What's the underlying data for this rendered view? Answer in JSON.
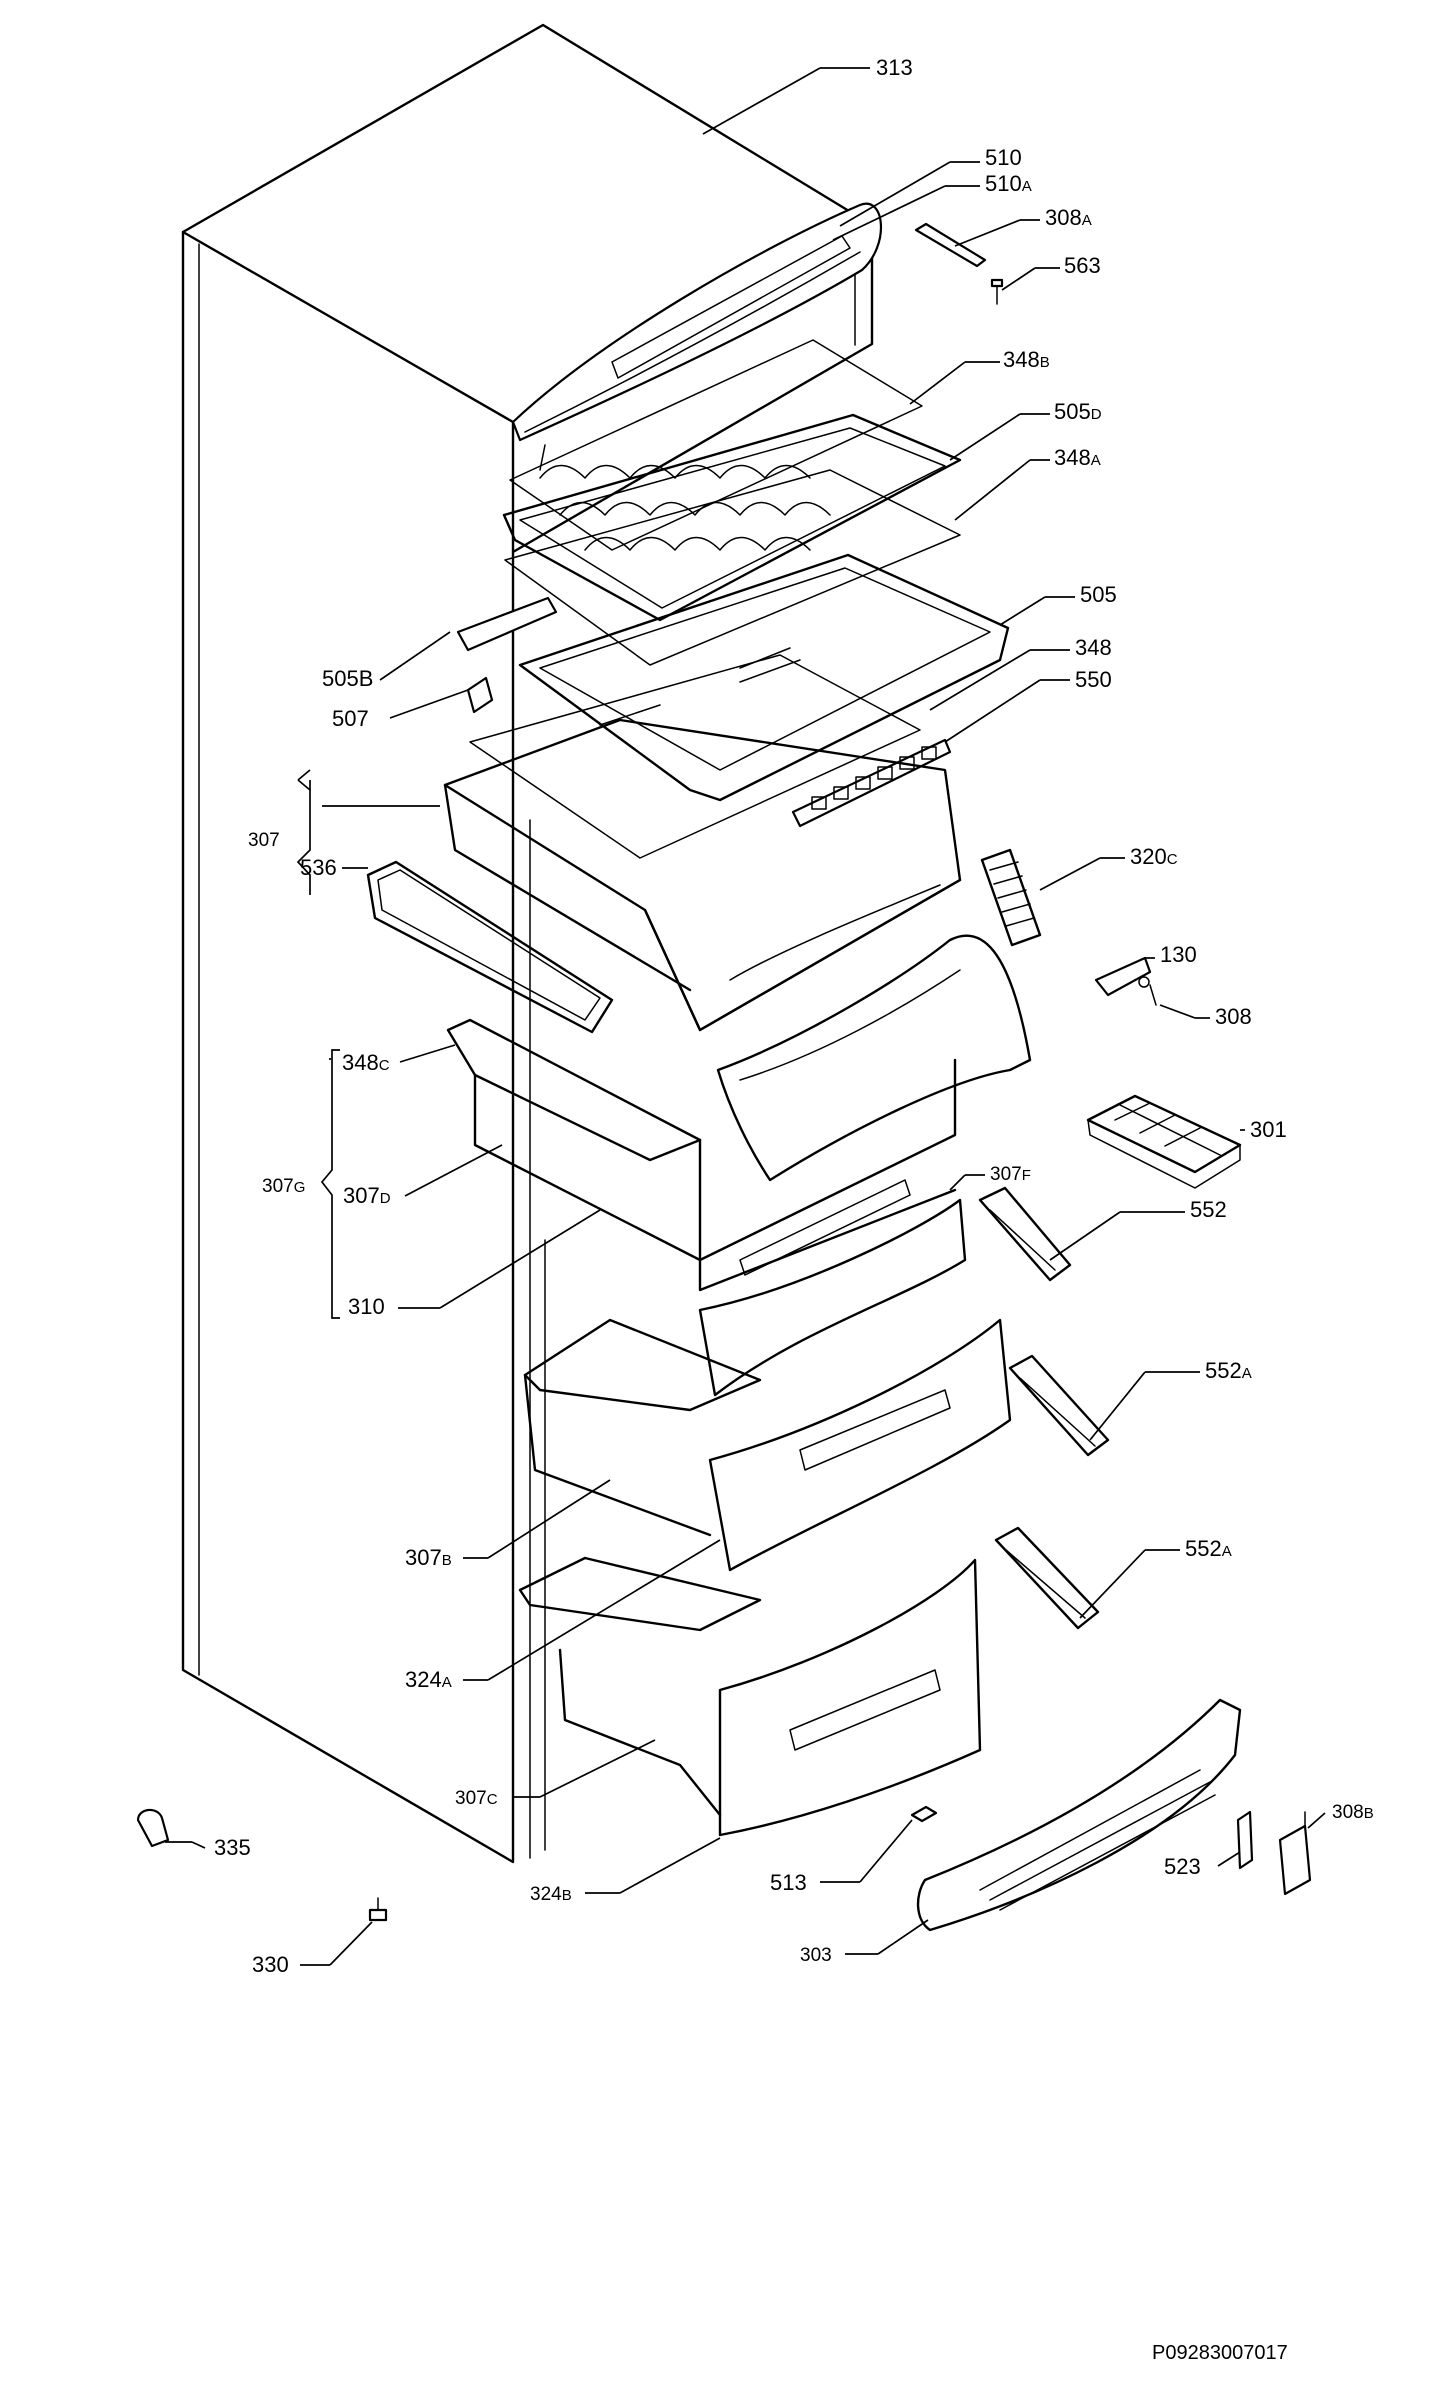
{
  "reference_code": "P09283007017",
  "callouts": [
    {
      "id": "c313",
      "num": "313",
      "suffix": ""
    },
    {
      "id": "c510",
      "num": "510",
      "suffix": ""
    },
    {
      "id": "c510a",
      "num": "510",
      "suffix": "A"
    },
    {
      "id": "c308a",
      "num": "308",
      "suffix": "A"
    },
    {
      "id": "c563",
      "num": "563",
      "suffix": ""
    },
    {
      "id": "c348b",
      "num": "348",
      "suffix": "B"
    },
    {
      "id": "c505d",
      "num": "505",
      "suffix": "D"
    },
    {
      "id": "c348a",
      "num": "348",
      "suffix": "A"
    },
    {
      "id": "c505",
      "num": "505",
      "suffix": ""
    },
    {
      "id": "c505b",
      "num": "505B",
      "suffix": ""
    },
    {
      "id": "c348",
      "num": "348",
      "suffix": ""
    },
    {
      "id": "c507",
      "num": "507",
      "suffix": ""
    },
    {
      "id": "c550",
      "num": "550",
      "suffix": ""
    },
    {
      "id": "c307",
      "num": "307",
      "suffix": ""
    },
    {
      "id": "c536",
      "num": "536",
      "suffix": ""
    },
    {
      "id": "c320c",
      "num": "320",
      "suffix": "C"
    },
    {
      "id": "c130",
      "num": "130",
      "suffix": ""
    },
    {
      "id": "c308",
      "num": "308",
      "suffix": ""
    },
    {
      "id": "c348c",
      "num": "348",
      "suffix": "C"
    },
    {
      "id": "c301",
      "num": "301",
      "suffix": ""
    },
    {
      "id": "c307g",
      "num": "307",
      "suffix": "G"
    },
    {
      "id": "c307d",
      "num": "307",
      "suffix": "D"
    },
    {
      "id": "c307f",
      "num": "307",
      "suffix": "F"
    },
    {
      "id": "c552",
      "num": "552",
      "suffix": ""
    },
    {
      "id": "c310",
      "num": "310",
      "suffix": ""
    },
    {
      "id": "c552a1",
      "num": "552",
      "suffix": "A"
    },
    {
      "id": "c307b",
      "num": "307",
      "suffix": "B"
    },
    {
      "id": "c552a2",
      "num": "552",
      "suffix": "A"
    },
    {
      "id": "c324a",
      "num": "324",
      "suffix": "A"
    },
    {
      "id": "c307c",
      "num": "307",
      "suffix": "C"
    },
    {
      "id": "c335",
      "num": "335",
      "suffix": ""
    },
    {
      "id": "c308b",
      "num": "308",
      "suffix": "B"
    },
    {
      "id": "c513",
      "num": "513",
      "suffix": ""
    },
    {
      "id": "c523",
      "num": "523",
      "suffix": ""
    },
    {
      "id": "c324b",
      "num": "324",
      "suffix": "B"
    },
    {
      "id": "c303",
      "num": "303",
      "suffix": ""
    },
    {
      "id": "c330",
      "num": "330",
      "suffix": ""
    }
  ]
}
